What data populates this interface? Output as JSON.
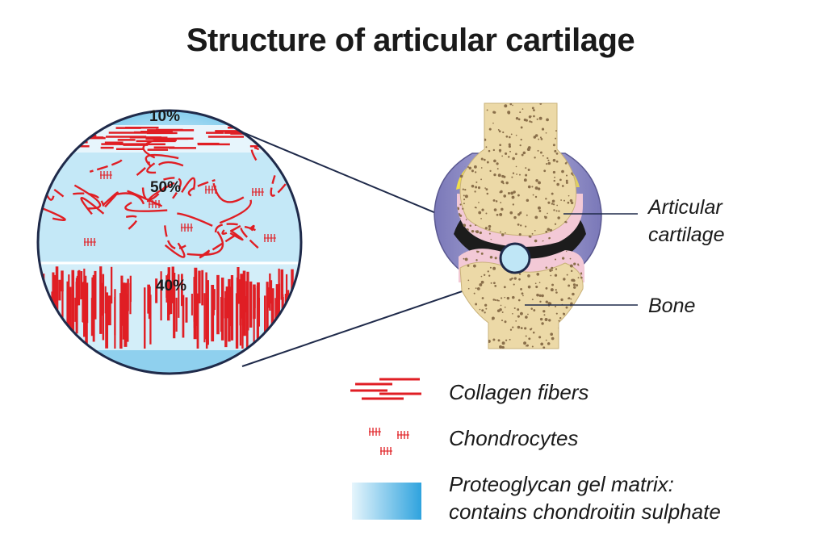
{
  "title": "Structure of articular cartilage",
  "zones": {
    "superficial": "10%",
    "middle": "50%",
    "deep": "40%"
  },
  "labels": {
    "articular_cartilage_line1": "Articular",
    "articular_cartilage_line2": "cartilage",
    "bone": "Bone"
  },
  "legend": {
    "collagen": "Collagen fibers",
    "chondrocytes": "Chondrocytes",
    "matrix_line1": "Proteoglycan gel matrix:",
    "matrix_line2": "contains chondroitin sulphate"
  },
  "colors": {
    "collagen": "#e01e24",
    "matrix_light": "#e8f6fc",
    "matrix_dark": "#39a8e0",
    "bone": "#ecd9a7",
    "bone_dots": "#8a6f4a",
    "cartilage": "#f3c9d6",
    "capsule": "#8e8cc4",
    "outline": "#1f2a4a"
  }
}
